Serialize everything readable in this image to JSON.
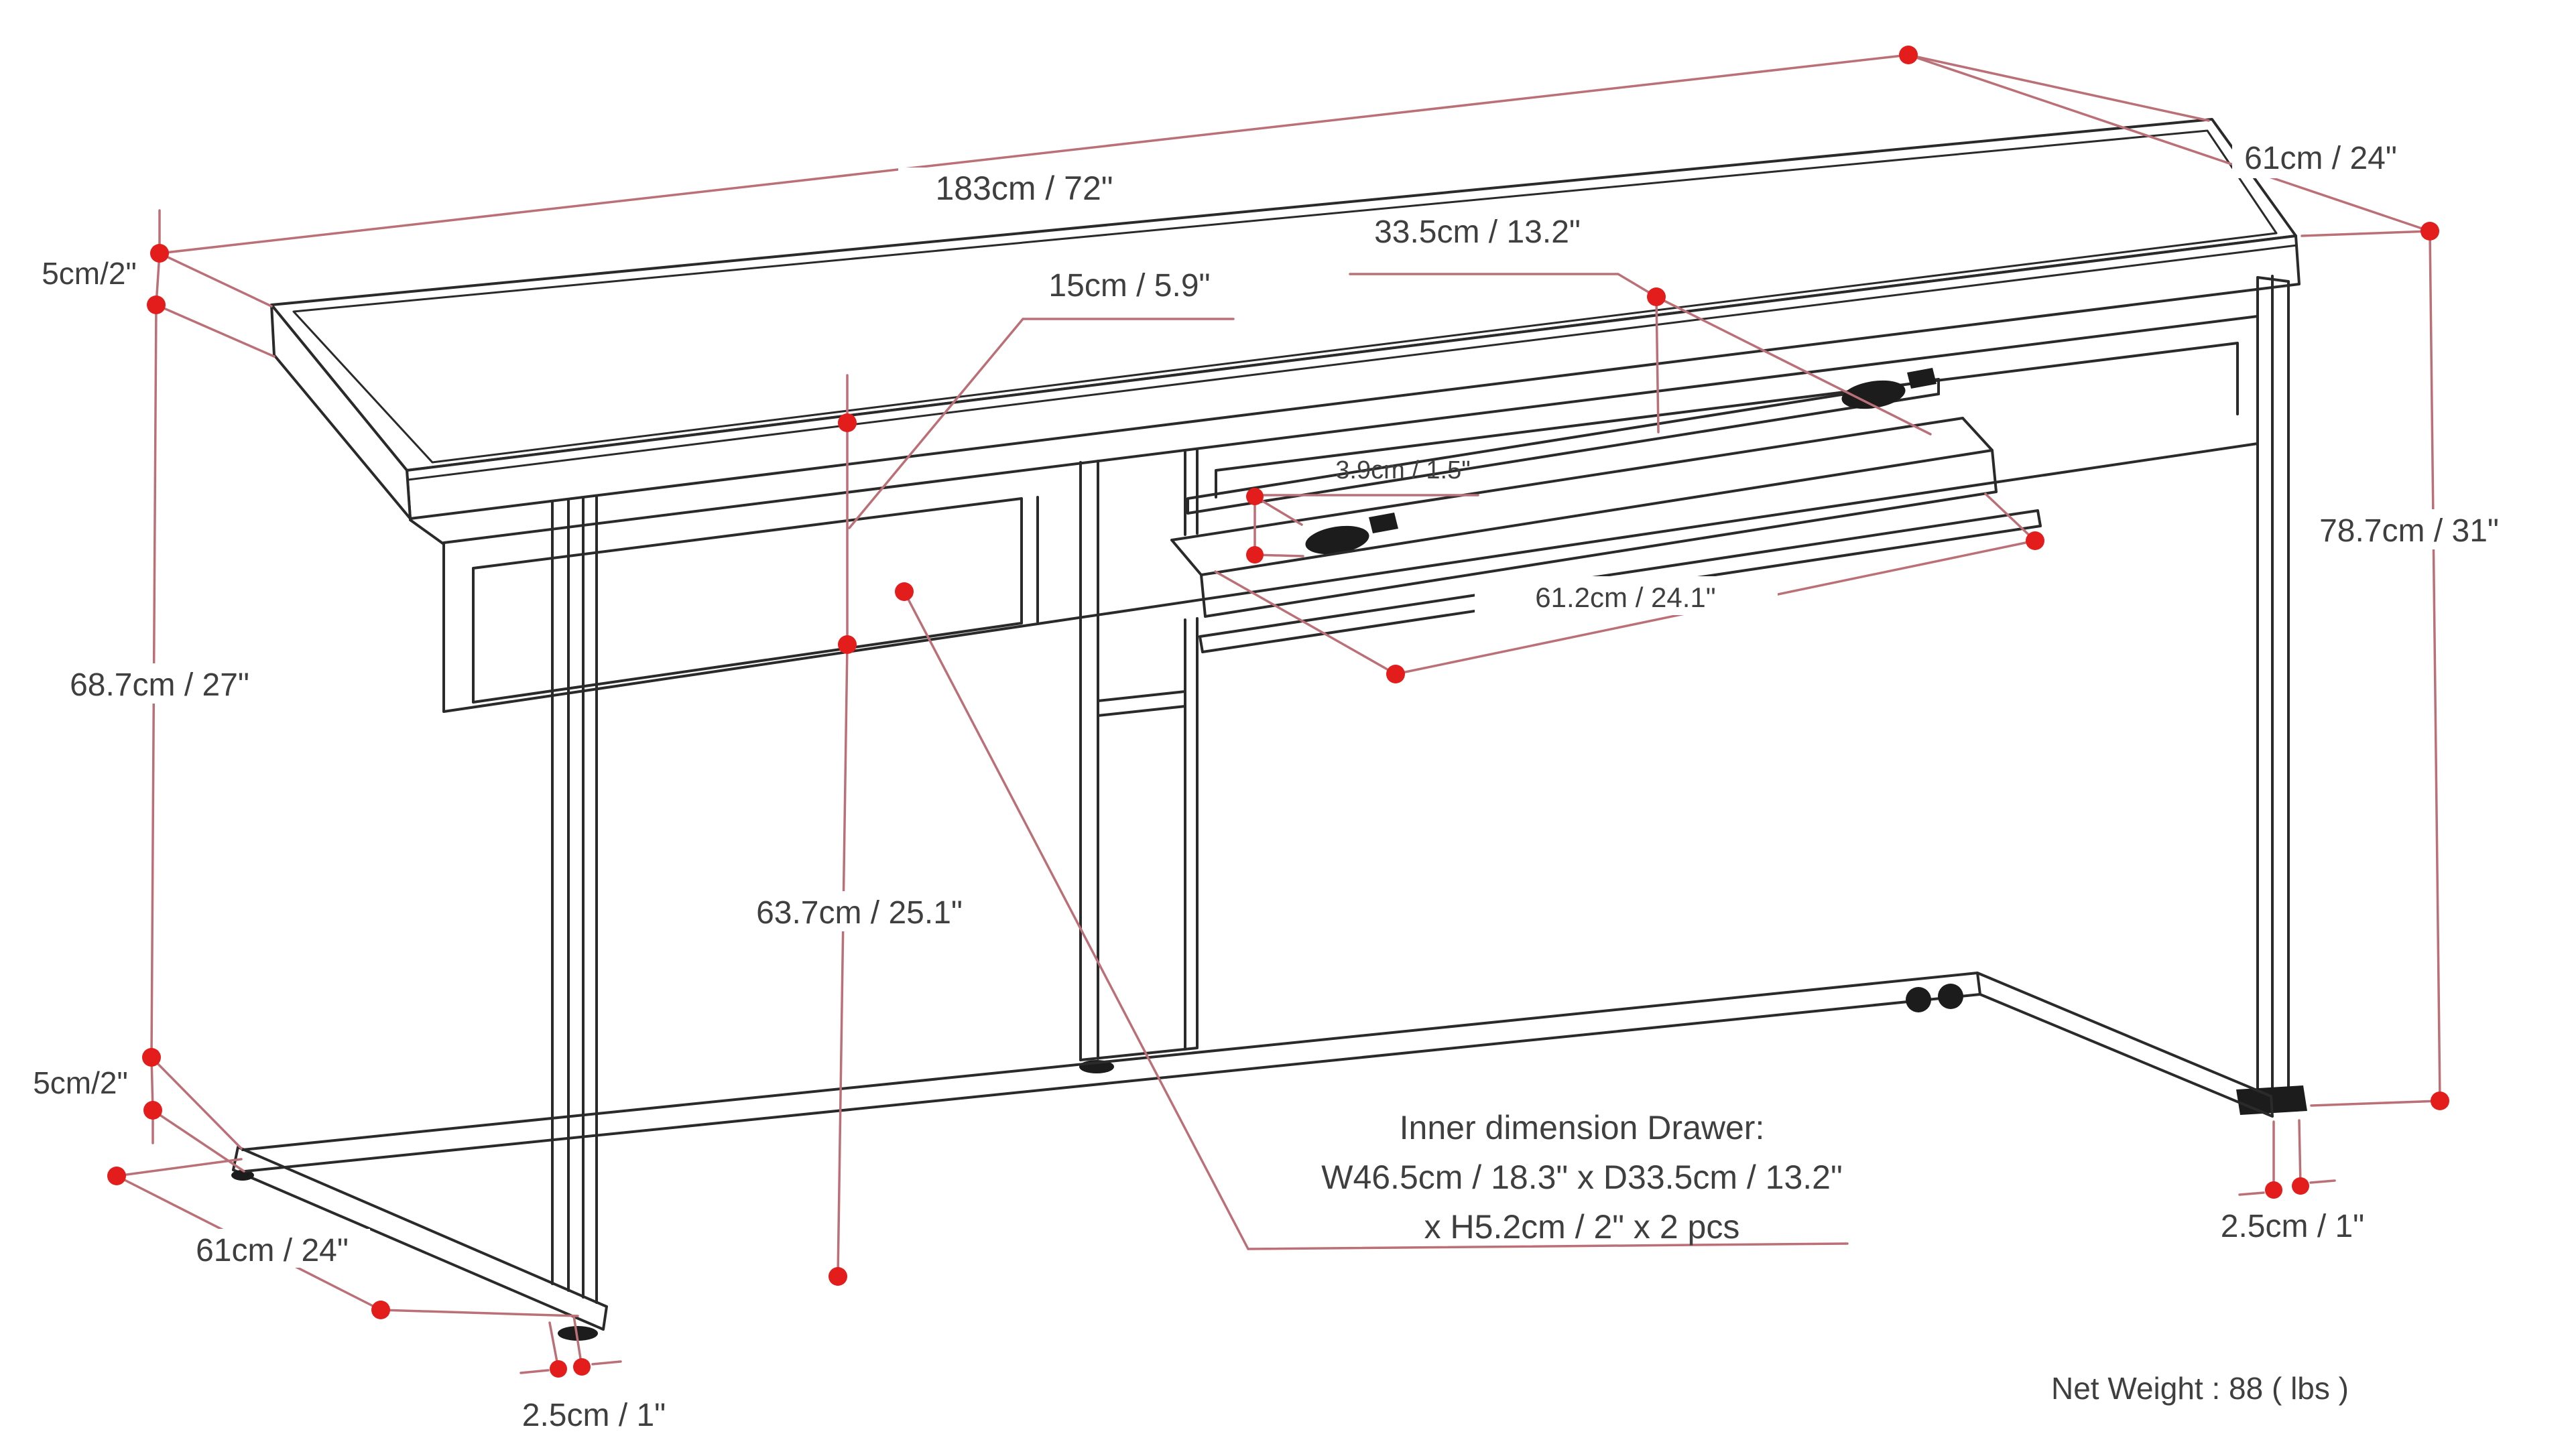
{
  "diagram": {
    "type": "product-dimension-diagram",
    "subject": "desk with pull-out keyboard tray, two drawers and metal sled base",
    "colors": {
      "dimension_line": "#bb7077",
      "dimension_dot": "#e31c1c",
      "drawing_line": "#2a2a2a",
      "label_text": "#3f3f3f",
      "background": "#ffffff"
    },
    "labels": {
      "length_top": "183cm / 72\"",
      "depth_top_right": "61cm / 24\"",
      "top_thickness": "5cm/2\"",
      "apron_height": "15cm / 5.9\"",
      "drawer_depth": "33.5cm / 13.2\"",
      "tray_thickness": "3.9cm / 1.5\"",
      "tray_width": "61.2cm / 24.1\"",
      "overall_height": "78.7cm / 31\"",
      "clearance_height": "68.7cm / 27\"",
      "under_tray_height": "63.7cm / 25.1\"",
      "base_rail_height": "5cm/2\"",
      "foot_depth": "61cm / 24\"",
      "foot_thickness_bottom": "2.5cm / 1\"",
      "foot_thickness_right": "2.5cm / 1\""
    },
    "drawer_note_line1": "Inner dimension Drawer:",
    "drawer_note_line2": "W46.5cm / 18.3\" x D33.5cm / 13.2\"",
    "drawer_note_line3": "x H5.2cm / 2\" x 2 pcs",
    "net_weight": "Net Weight : 88 ( lbs )"
  }
}
